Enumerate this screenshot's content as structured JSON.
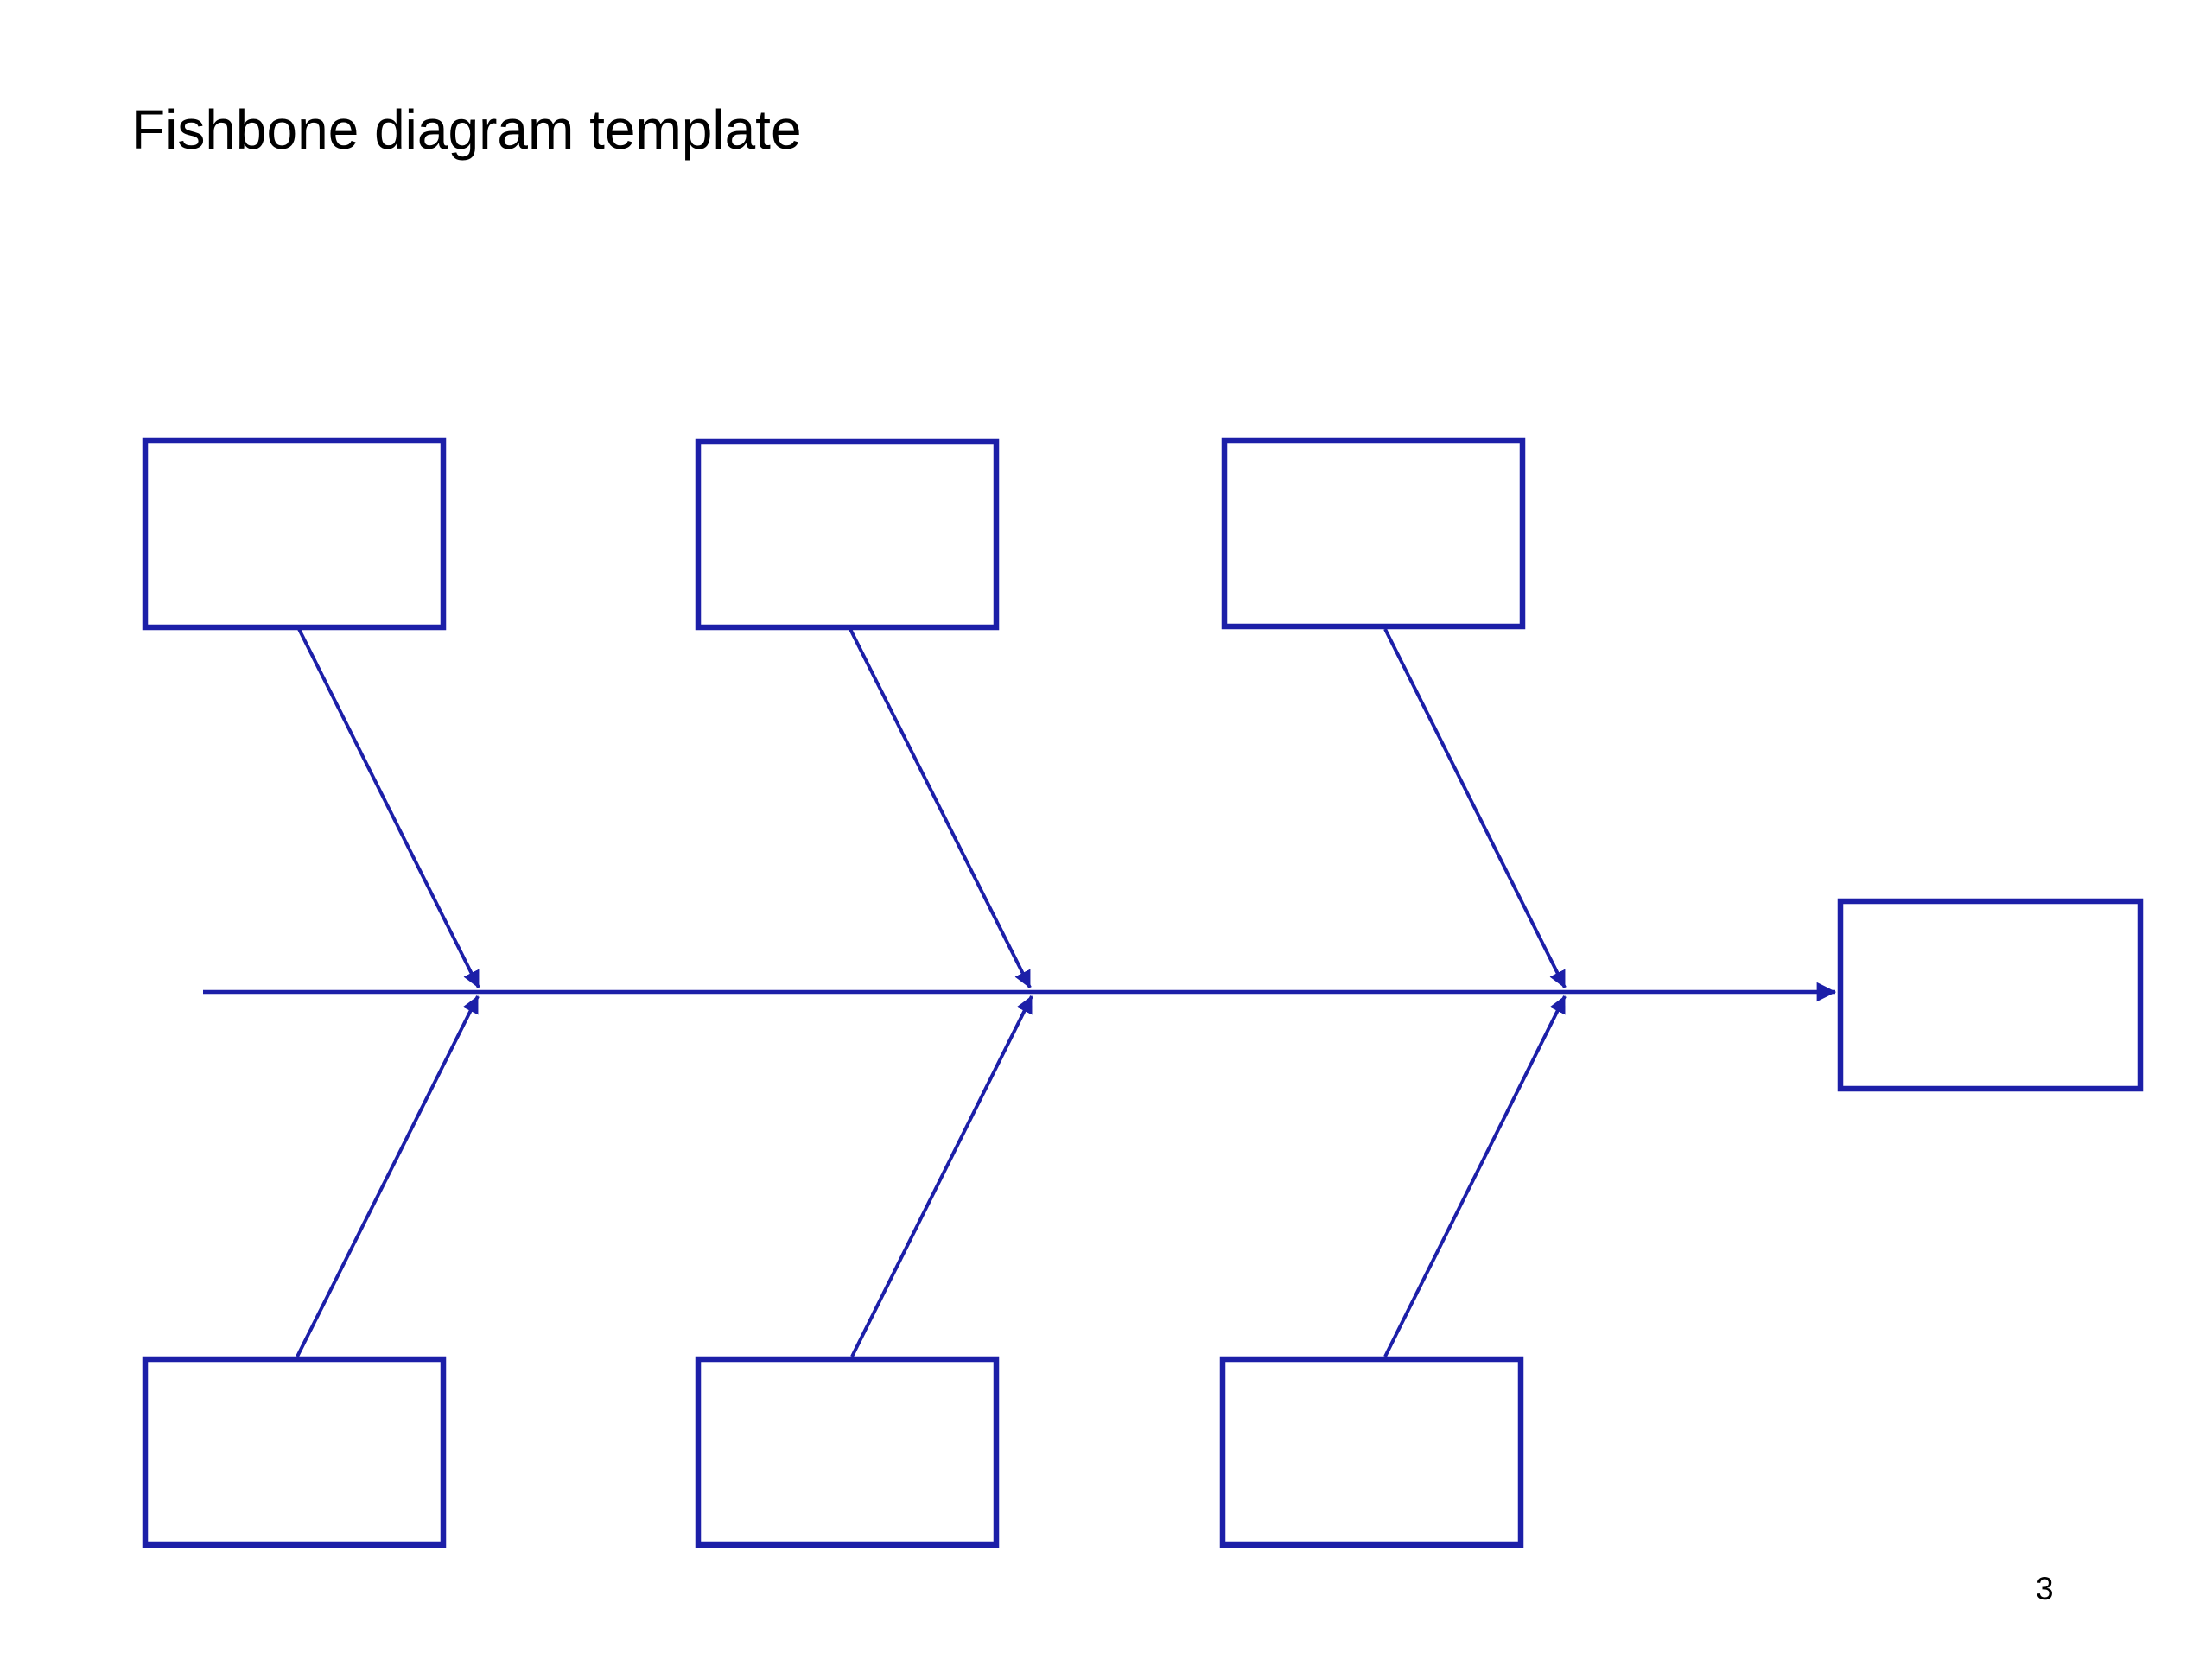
{
  "slide": {
    "title": "Fishbone diagram template",
    "page_number": "3"
  },
  "colors": {
    "diagram_stroke": "#1c1fa8",
    "box_fill": "#ffffff",
    "background": "#ffffff",
    "text": "#000000"
  },
  "diagram": {
    "type": "fishbone",
    "effect_box": {
      "label": ""
    },
    "cause_boxes_top": [
      {
        "label": ""
      },
      {
        "label": ""
      },
      {
        "label": ""
      }
    ],
    "cause_boxes_bottom": [
      {
        "label": ""
      },
      {
        "label": ""
      },
      {
        "label": ""
      }
    ]
  }
}
